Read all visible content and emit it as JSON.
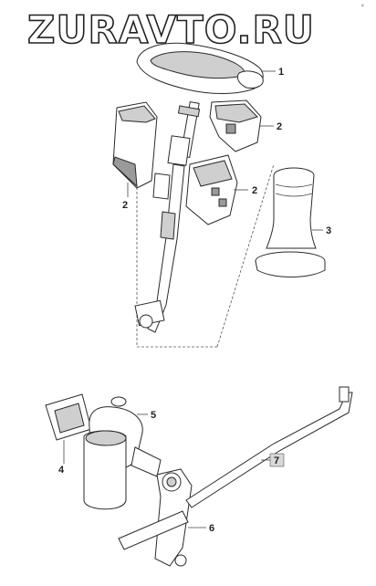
{
  "watermark": "ZURAVTO.RU",
  "corner_mark": "⸗",
  "callouts": [
    {
      "id": "c1",
      "text": "1"
    },
    {
      "id": "c2a",
      "text": "2"
    },
    {
      "id": "c2b",
      "text": "2"
    },
    {
      "id": "c2c",
      "text": "2"
    },
    {
      "id": "c3",
      "text": "3"
    },
    {
      "id": "c4",
      "text": "4"
    },
    {
      "id": "c5",
      "text": "5"
    },
    {
      "id": "c6",
      "text": "6"
    },
    {
      "id": "c7",
      "text": "7"
    }
  ]
}
